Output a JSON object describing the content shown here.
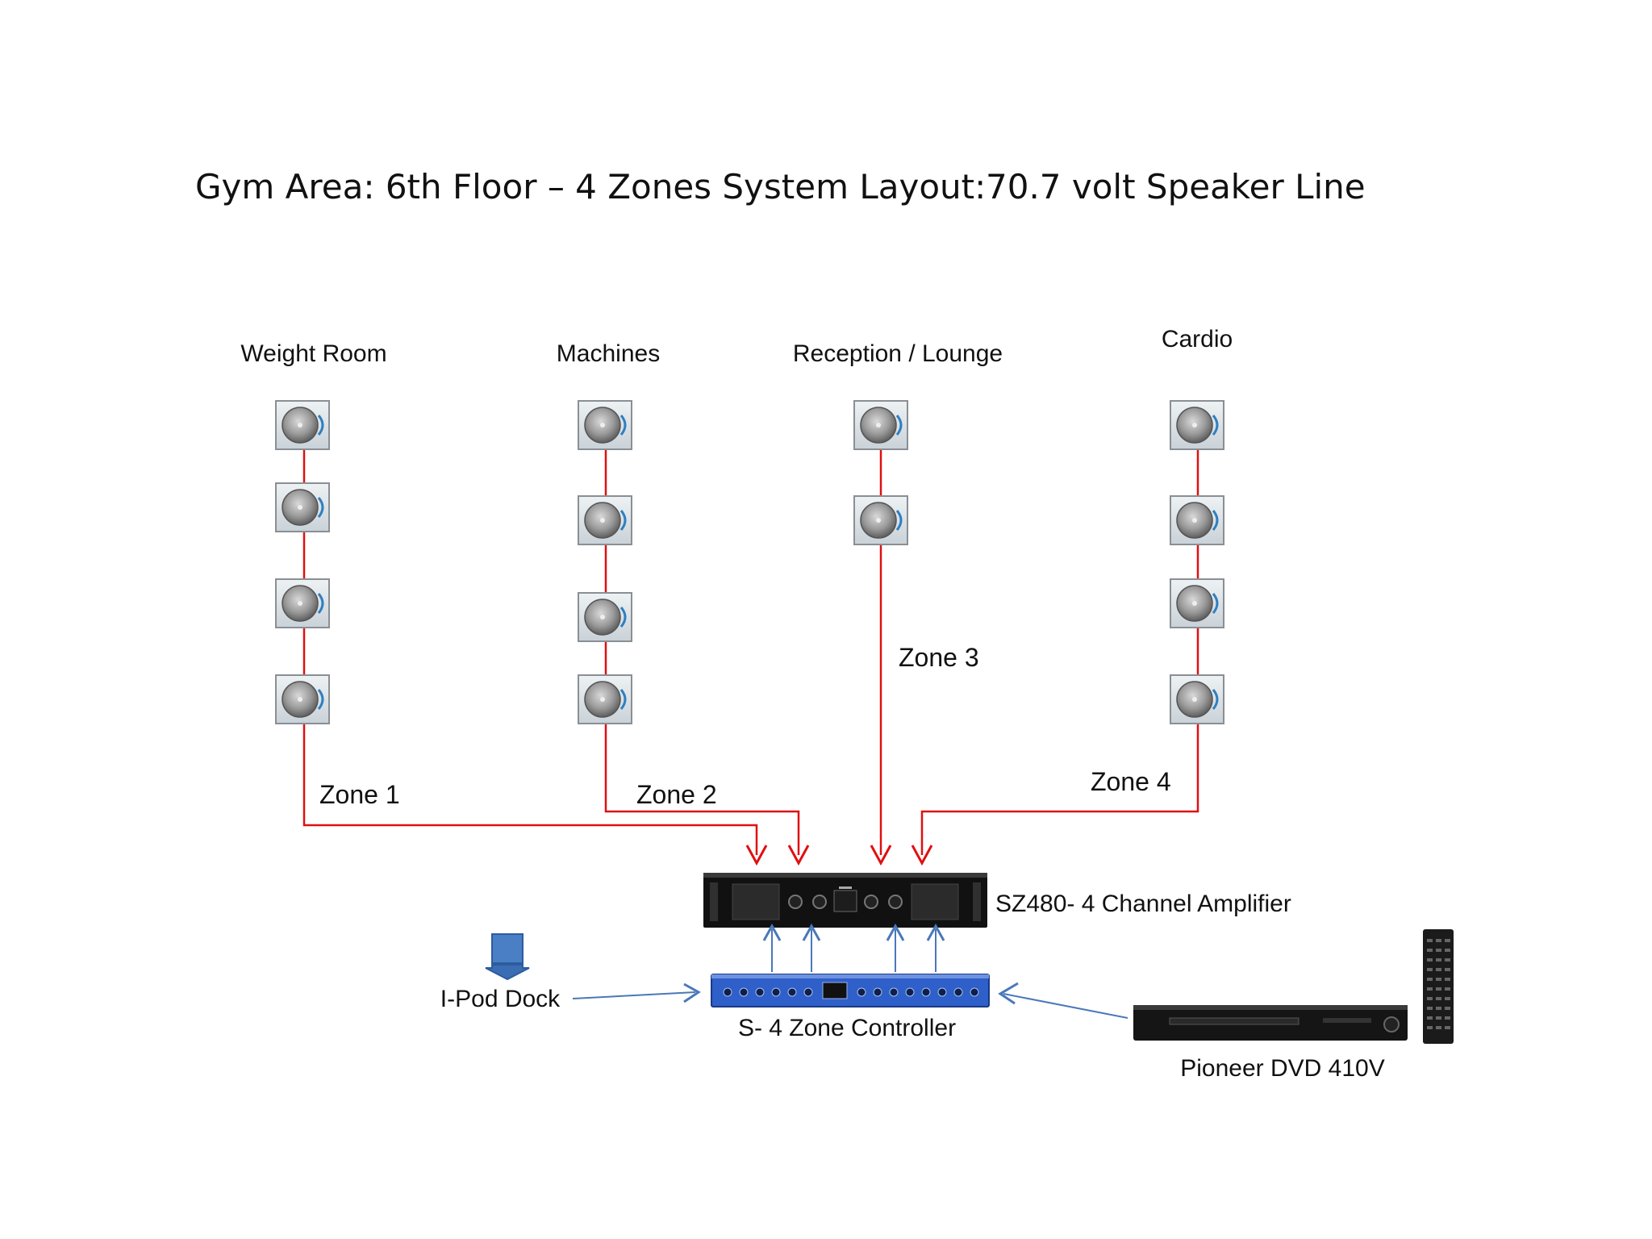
{
  "title": {
    "main": "Gym Area: 6th Floor – 4 Zones System Layout:",
    "line_spec": "70.7 volt Speaker Line"
  },
  "rooms": [
    {
      "label": "Weight Room",
      "zone": "Zone 1",
      "speakers": 4
    },
    {
      "label": "Machines",
      "zone": "Zone 2",
      "speakers": 4
    },
    {
      "label": "Reception / Lounge",
      "zone": "Zone 3",
      "speakers": 2
    },
    {
      "label": "Cardio",
      "zone": "Zone 4",
      "speakers": 4
    }
  ],
  "devices": {
    "amplifier": "SZ480- 4 Channel Amplifier",
    "controller": "S- 4 Zone Controller",
    "ipod": "I-Pod Dock",
    "dvd": "Pioneer DVD 410V"
  },
  "colors": {
    "speaker_wire": "#e01010",
    "signal_line": "#4a78b8",
    "controller_body": "#2f5fc8",
    "amplifier_body": "#1a1a1a"
  }
}
